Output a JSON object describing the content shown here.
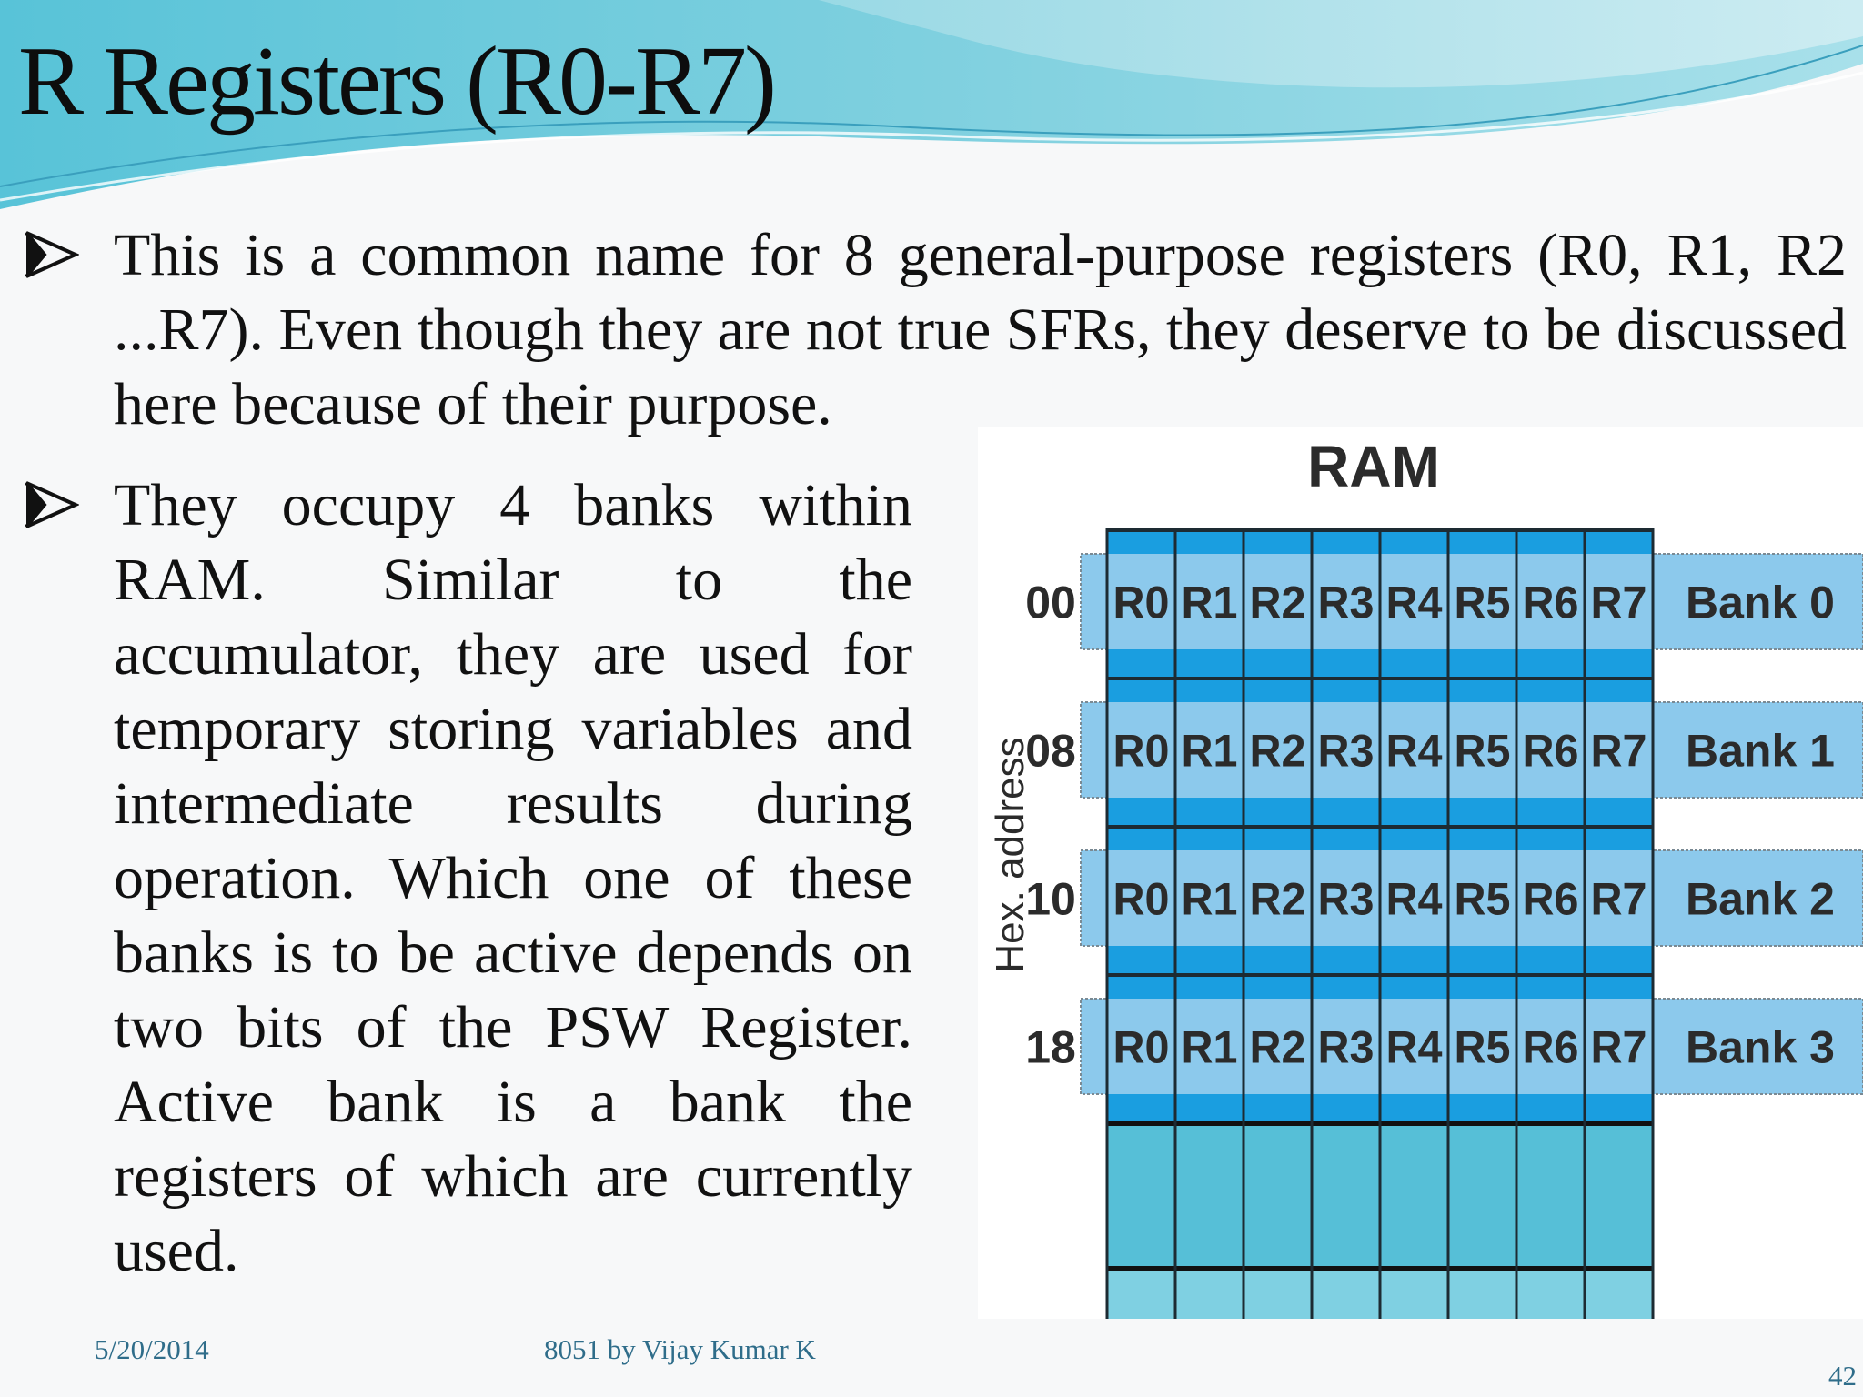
{
  "title": "R Registers (R0-R7)",
  "bullets": [
    "This is a common name for 8 general-purpose registers (R0, R1, R2 ...R7). Even though they are not true SFRs, they deserve to be discussed here because of their purpose.",
    "They occupy 4 banks within RAM. Similar to the accumulator, they are used for temporary storing variables and intermediate results during operation. Which one of these banks is to be active depends on two bits of the PSW Register. Active bank is a bank the registers of which are currently used."
  ],
  "diagram": {
    "heading": "RAM",
    "axis_label": "Hex. address",
    "registers": [
      "R0",
      "R1",
      "R2",
      "R3",
      "R4",
      "R5",
      "R6",
      "R7"
    ],
    "banks": [
      {
        "address": "00",
        "label": "Bank 0"
      },
      {
        "address": "08",
        "label": "Bank 1"
      },
      {
        "address": "10",
        "label": "Bank 2"
      },
      {
        "address": "18",
        "label": "Bank 3"
      }
    ]
  },
  "footer": {
    "date": "5/20/2014",
    "author": "8051 by Vijay Kumar K",
    "page": "42"
  },
  "colors": {
    "cell_dark": "#1a9ee0",
    "cell_light": "#8cc9ec",
    "lower_cells": "#56bfd7",
    "grid_line": "#1d2b33"
  }
}
